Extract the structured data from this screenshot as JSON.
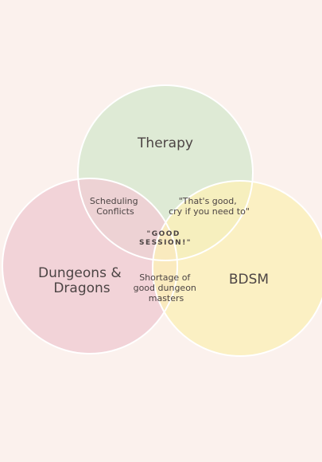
{
  "diagram": {
    "type": "venn",
    "sets": [
      {
        "key": "therapy",
        "label": "Therapy",
        "color": "#dbe9d2"
      },
      {
        "key": "dnd",
        "label_lines": [
          "Dungeons &",
          "Dragons"
        ],
        "color": "#f0ced4"
      },
      {
        "key": "bdsm",
        "label": "BDSM",
        "color": "#fbf0b8"
      }
    ],
    "intersections": {
      "therapy_dnd": [
        "Scheduling",
        "Conflicts"
      ],
      "therapy_bdsm": [
        "\"That's good,",
        "cry if you need to\""
      ],
      "dnd_bdsm": [
        "Shortage of",
        "good dungeon",
        "masters"
      ],
      "all_three": [
        "\"GOOD",
        "SESSION!\""
      ]
    },
    "outline_color": "#ffffff",
    "background": "#fbf1ed"
  }
}
